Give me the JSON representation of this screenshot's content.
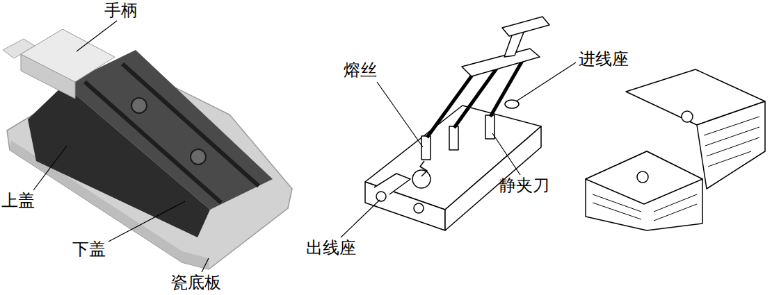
{
  "diagram": {
    "labels": [
      "手柄",
      "上盖",
      "下盖",
      "瓷底板",
      "熔丝",
      "进线座",
      "静夹刀",
      "出线座"
    ]
  }
}
